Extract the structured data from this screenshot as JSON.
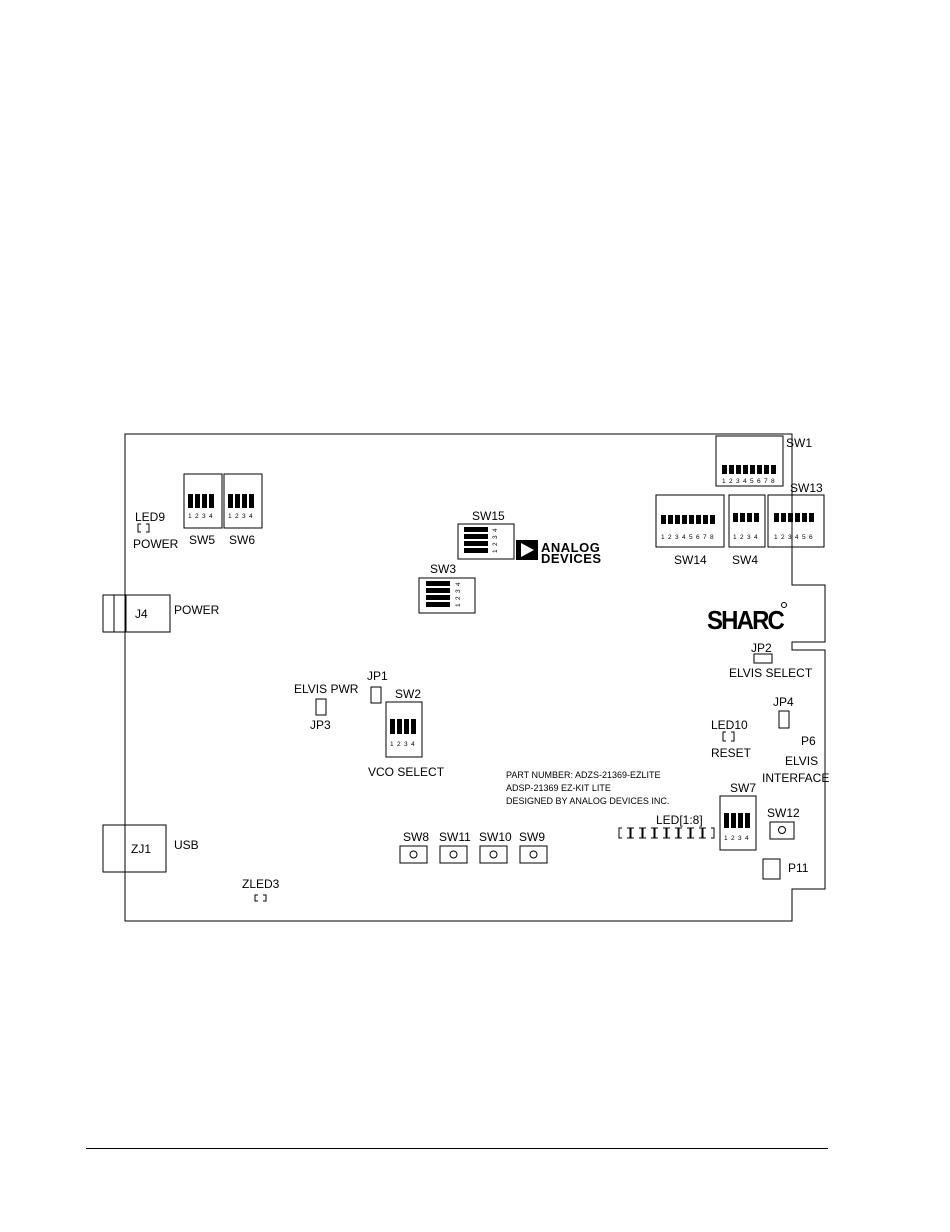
{
  "labels": {
    "sw1": "SW1",
    "sw13": "SW13",
    "sw14": "SW14",
    "sw4": "SW4",
    "sw15": "SW15",
    "sw3": "SW3",
    "sw5": "SW5",
    "sw6": "SW6",
    "sw2": "SW2",
    "sw7": "SW7",
    "sw8": "SW8",
    "sw9": "SW9",
    "sw10": "SW10",
    "sw11": "SW11",
    "sw12": "SW12",
    "led9": "LED9",
    "led9_power": "POWER",
    "j4": "J4",
    "j4_power": "POWER",
    "elvis_pwr": "ELVIS PWR",
    "jp3": "JP3",
    "jp1": "JP1",
    "vco_select": "VCO SELECT",
    "zj1": "ZJ1",
    "usb": "USB",
    "zled3": "ZLED3",
    "jp2": "JP2",
    "elvis_select": "ELVIS SELECT",
    "jp4": "JP4",
    "led10": "LED10",
    "reset": "RESET",
    "p6": "P6",
    "elvis": "ELVIS",
    "interface": "INTERFACE",
    "led_1_8": "LED[1:8]",
    "p11": "P11",
    "part_number": "PART NUMBER: ADZS-21369-EZLITE",
    "kit_name": "ADSP-21369 EZ-KIT LITE",
    "designed_by": "DESIGNED BY ANALOG DEVICES INC."
  },
  "logos": {
    "analog_line1": "ANALOG",
    "analog_line2": "DEVICES",
    "sharc": "SHARC"
  },
  "dip_numbers": {
    "n1": "1",
    "n2": "2",
    "n3": "3",
    "n4": "4",
    "n5": "5",
    "n6": "6",
    "n7": "7",
    "n8": "8"
  },
  "colors": {
    "ink": "#000000",
    "paper": "#ffffff"
  }
}
